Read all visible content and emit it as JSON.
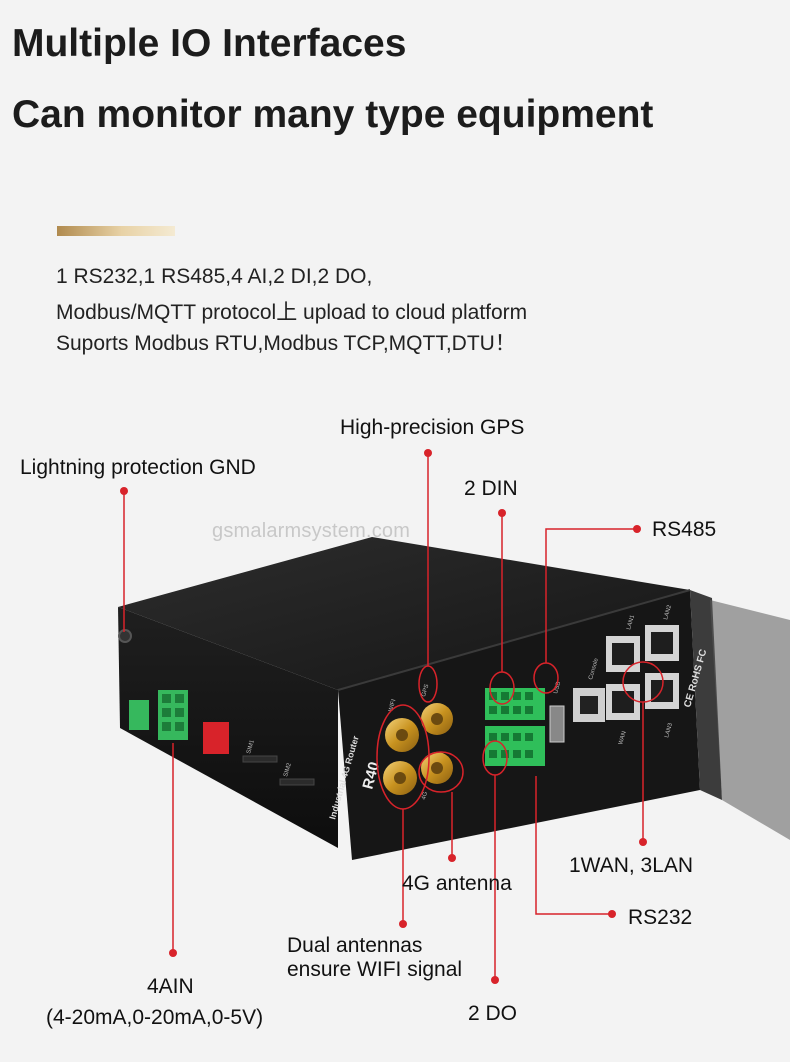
{
  "heading": {
    "line1": "Multiple IO Interfaces",
    "line2": "Can monitor many type equipment"
  },
  "description": [
    "1 RS232,1  RS485,4 AI,2 DI,2 DO,",
    "Modbus/MQTT protocol上 upload to cloud platform",
    "Suports Modbus RTU,Modbus TCP,MQTT,DTU！"
  ],
  "watermark": "gsmalarmsystem.com",
  "callouts": {
    "gps": "High-precision GPS",
    "gnd": "Lightning protection GND",
    "din": "2 DIN",
    "rs485": "RS485",
    "lan": "1WAN, 3LAN",
    "antenna4g": "4G antenna",
    "rs232": "RS232",
    "wifi_line1": "Dual antennas",
    "wifi_line2": "ensure WIFI signal",
    "ain_line1": "4AIN",
    "ain_line2": "(4-20mA,0-20mA,0-5V)",
    "do": "2 DO"
  },
  "device_markings": {
    "model": "R40",
    "name": "Industrial 4G Router",
    "sim1": "SIM1",
    "sim2": "SIM2",
    "gps": "GPS",
    "wifi": "WIFI",
    "antenna_4g": "4G",
    "usb": "USB",
    "console": "Console",
    "wan": "WAN",
    "lan1": "LAN1",
    "lan2": "LAN2",
    "lan3": "LAN3",
    "certs": "CE RoHS FC"
  },
  "colors": {
    "accent_red": "#d8232a",
    "device_black": "#1b1b1b",
    "terminal_green": "#2fbf5a",
    "gold_bar": "#c9a86a"
  }
}
